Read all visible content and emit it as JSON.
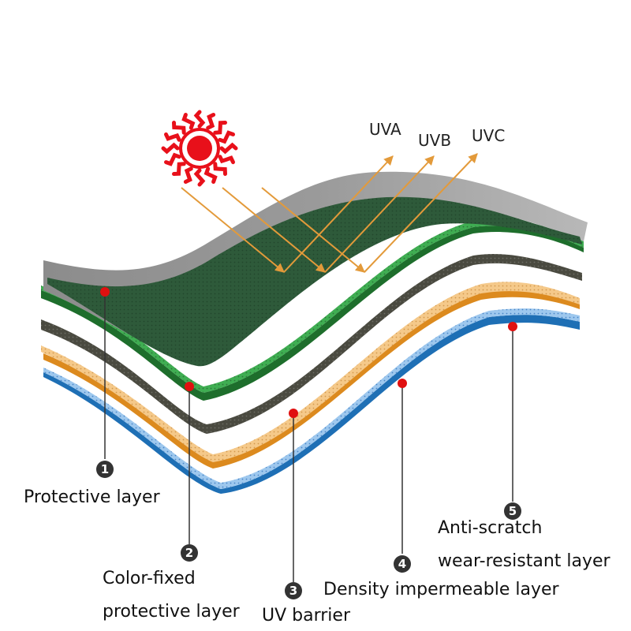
{
  "uv_labels": [
    "UVA",
    "UVB",
    "UVC"
  ],
  "layers": [
    {
      "number": "1",
      "label_lines": [
        "Protective layer"
      ]
    },
    {
      "number": "2",
      "label_lines": [
        "Color-fixed",
        "protective layer"
      ]
    },
    {
      "number": "3",
      "label_lines": [
        "UV barrier"
      ]
    },
    {
      "number": "4",
      "label_lines": [
        "Density impermeable layer"
      ]
    },
    {
      "number": "5",
      "label_lines": [
        "Anti-scratch",
        "wear-resistant layer"
      ]
    }
  ],
  "colors": {
    "sun": "#e8101a",
    "uv_arrow": "#e39a3a",
    "marker": "#e01010",
    "layer_gray": "#8a8a8a",
    "layer_green": "#2f9a42",
    "layer_brown": "#4a4a40",
    "layer_tan": "#f5c98a",
    "layer_blue": "#9ec8ee"
  }
}
